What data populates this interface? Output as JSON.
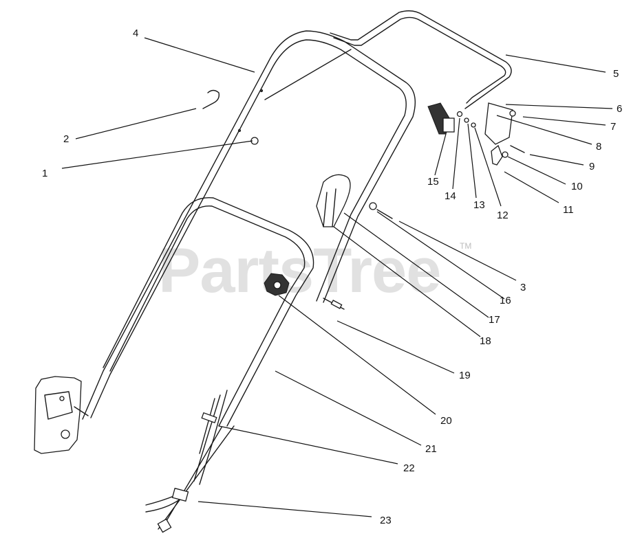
{
  "watermark": {
    "text": "PartsTree",
    "trademark": "TM"
  },
  "callouts": [
    "1",
    "2",
    "3",
    "4",
    "5",
    "6",
    "7",
    "8",
    "9",
    "10",
    "11",
    "12",
    "13",
    "14",
    "15",
    "16",
    "17",
    "18",
    "19",
    "20",
    "21",
    "22",
    "23"
  ]
}
